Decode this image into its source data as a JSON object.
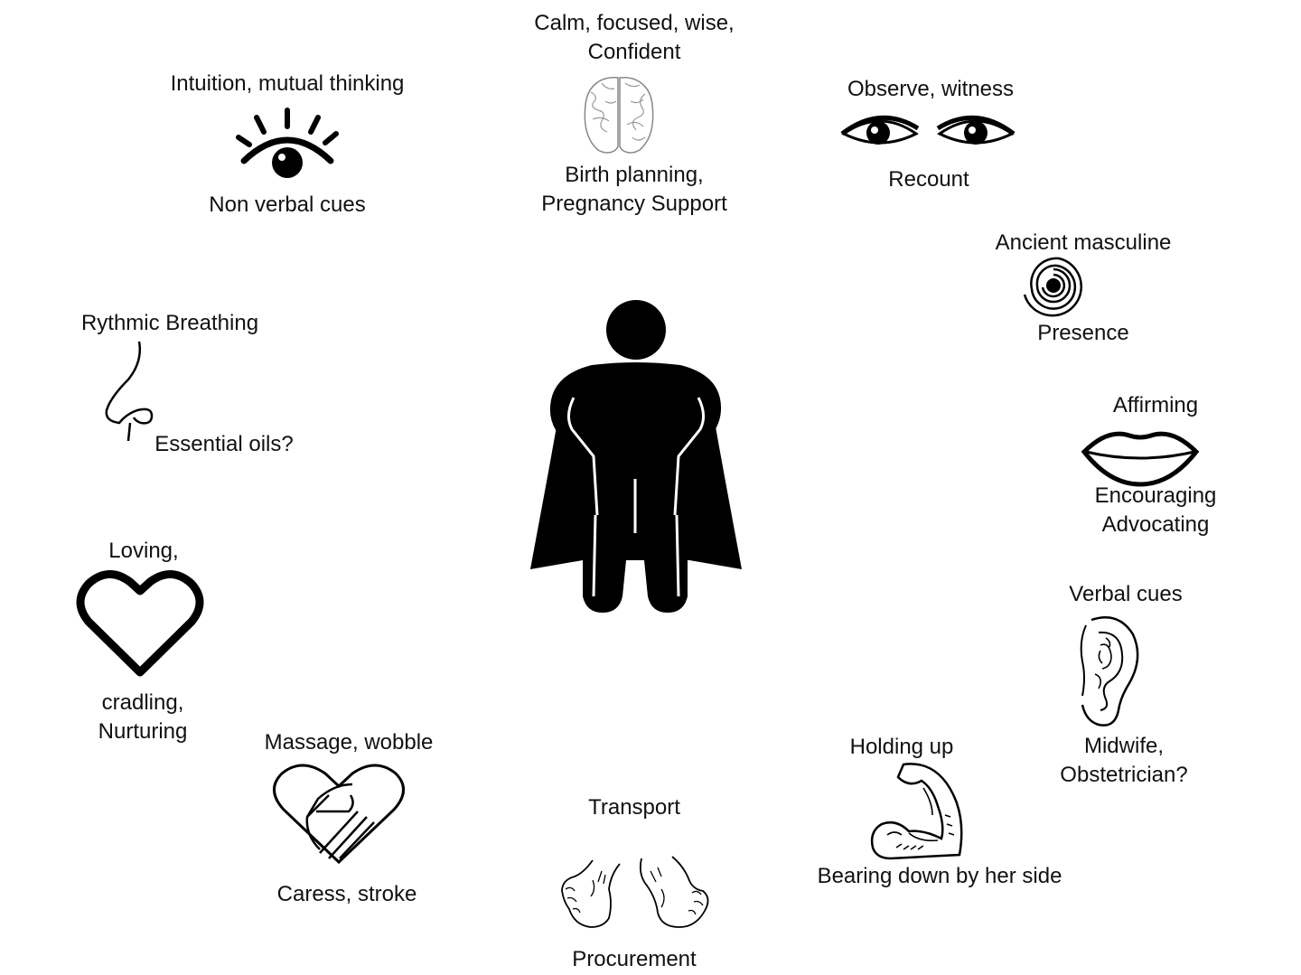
{
  "colors": {
    "background": "#ffffff",
    "ink": "#111111"
  },
  "center": {
    "icon": "superhero-cape-icon"
  },
  "nodes": {
    "mind": {
      "icon": "brain-icon",
      "top": [
        "Calm, focused, wise,",
        "Confident"
      ],
      "bottom": [
        "Birth planning,",
        "Pregnancy Support"
      ]
    },
    "eyes": {
      "icon": "eyes-icon",
      "top": [
        "Observe, witness"
      ],
      "bottom": [
        "Recount"
      ]
    },
    "spiral": {
      "icon": "spiral-icon",
      "top": [
        "Ancient masculine"
      ],
      "bottom": [
        "Presence"
      ]
    },
    "lips": {
      "icon": "lips-icon",
      "top": [
        "Affirming"
      ],
      "bottom": [
        "Encouraging",
        "Advocating"
      ]
    },
    "ear": {
      "icon": "ear-icon",
      "top": [
        "Verbal cues"
      ],
      "bottom": [
        "Midwife,",
        "Obstetrician?"
      ]
    },
    "arm": {
      "icon": "flexed-arm-icon",
      "top": [
        "Holding up"
      ],
      "bottom": [
        "Bearing down by her side"
      ]
    },
    "feet": {
      "icon": "feet-icon",
      "top": [
        "Transport"
      ],
      "bottom": [
        "Procurement"
      ]
    },
    "hands": {
      "icon": "heart-hands-icon",
      "top": [
        "Massage, wobble"
      ],
      "bottom": [
        "Caress, stroke"
      ]
    },
    "heart": {
      "icon": "heart-icon",
      "top": [
        "Loving,"
      ],
      "bottom": [
        "cradling,",
        "Nurturing"
      ]
    },
    "nose": {
      "icon": "nose-icon",
      "top": [
        "Rythmic Breathing"
      ],
      "bottom": [
        "Essential oils?"
      ]
    },
    "intuition": {
      "icon": "third-eye-icon",
      "top": [
        "Intuition, mutual thinking"
      ],
      "bottom": [
        "Non verbal cues"
      ]
    }
  }
}
